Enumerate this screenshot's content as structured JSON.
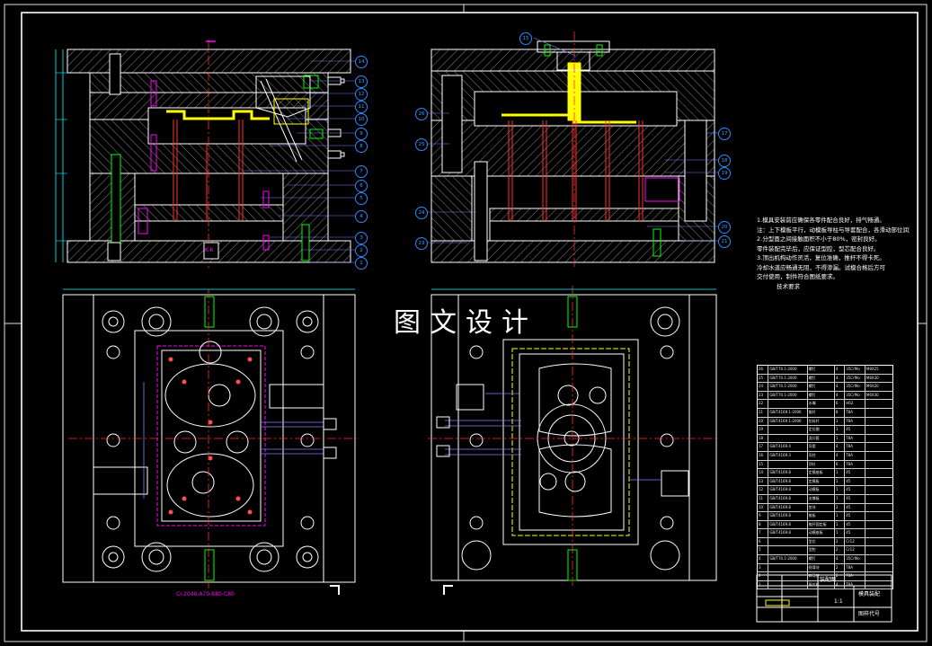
{
  "watermark": "图文设计",
  "section_mark": "K-K",
  "bottom_label": "CI-2040-A70-B80-C80",
  "part_callouts_left": [
    "14",
    "13",
    "12",
    "11",
    "10",
    "9",
    "8",
    "7",
    "6",
    "5",
    "4",
    "3",
    "2",
    "1"
  ],
  "part_callouts_right_top": [
    "15"
  ],
  "part_callouts_right": [
    "17",
    "18",
    "19",
    "20",
    "21"
  ],
  "part_callouts_right_left": [
    "26",
    "25",
    "24",
    "23"
  ],
  "tech_notes": [
    "1.模具安装前应确保各零件配合良好，排气畅通。",
    "注：上下模板平行，动模板导柱与导套配合，各滑动部位润滑。",
    "2.分型面之间接触面积不小于80%，密封良好。",
    "零件装配完毕后，应保证型腔，型芯配合良好。",
    "3.顶出机构动作灵活，复位准确，推杆不得卡死。",
    "冷却水道应畅通无阻，不得渗漏。试模合格后方可",
    "交付使用，制件符合图纸要求。"
  ],
  "tech_title": "技术要求",
  "bom_rows": [
    [
      "26",
      "GB/T70.1-2000",
      "螺钉",
      "4",
      "35CrMo",
      "M8X25"
    ],
    [
      "25",
      "GB/T70.1-2000",
      "螺钉",
      "4",
      "35CrMo",
      "M8X30"
    ],
    [
      "24",
      "GB/T70.1-2000",
      "螺钉",
      "4",
      "35CrMo",
      "M6X20"
    ],
    [
      "23",
      "GB/T70.1-2000",
      "螺钉",
      "4",
      "35CrMo",
      "M6X30"
    ],
    [
      "22",
      "",
      "水嘴",
      "6",
      "H62",
      ""
    ],
    [
      "21",
      "GB/T4169.1-2006",
      "推杆",
      "8",
      "T8A",
      ""
    ],
    [
      "20",
      "GB/T4169.1-2006",
      "拉料杆",
      "1",
      "T8A",
      ""
    ],
    [
      "19",
      "",
      "定位圈",
      "1",
      "45",
      ""
    ],
    [
      "18",
      "",
      "浇口套",
      "1",
      "T8A",
      ""
    ],
    [
      "17",
      "GB/T4169.4",
      "导套",
      "4",
      "T8A",
      ""
    ],
    [
      "16",
      "GB/T4169.3",
      "导柱",
      "4",
      "T8A",
      ""
    ],
    [
      "15",
      "",
      "顶针",
      "6",
      "T8A",
      ""
    ],
    [
      "14",
      "GB/T4169.8",
      "定模座板",
      "1",
      "45",
      ""
    ],
    [
      "13",
      "GB/T4169.8",
      "定模板",
      "1",
      "45",
      ""
    ],
    [
      "12",
      "GB/T4169.8",
      "动模板",
      "1",
      "45",
      ""
    ],
    [
      "11",
      "GB/T4169.8",
      "支撑板",
      "1",
      "45",
      ""
    ],
    [
      "10",
      "GB/T4169.8",
      "垫块",
      "2",
      "45",
      ""
    ],
    [
      "9",
      "GB/T4169.8",
      "推板",
      "1",
      "45",
      ""
    ],
    [
      "8",
      "GB/T4169.8",
      "推杆固定板",
      "1",
      "45",
      ""
    ],
    [
      "7",
      "GB/T4169.8",
      "动模座板",
      "1",
      "45",
      ""
    ],
    [
      "6",
      "",
      "型芯",
      "2",
      "Cr12",
      ""
    ],
    [
      "5",
      "",
      "型腔",
      "2",
      "Cr12",
      ""
    ],
    [
      "4",
      "GB/T70.1-2000",
      "螺钉",
      "4",
      "35CrMo",
      ""
    ],
    [
      "3",
      "",
      "侧滑块",
      "2",
      "T8A",
      ""
    ],
    [
      "2",
      "",
      "斜导柱",
      "2",
      "T8A",
      ""
    ],
    [
      "1",
      "",
      "复位杆",
      "4",
      "T8A",
      ""
    ]
  ],
  "title_block": {
    "drawing_name": "装配图",
    "school": "模具装配",
    "drawing_no": "图样代号",
    "scale": "1:1"
  }
}
